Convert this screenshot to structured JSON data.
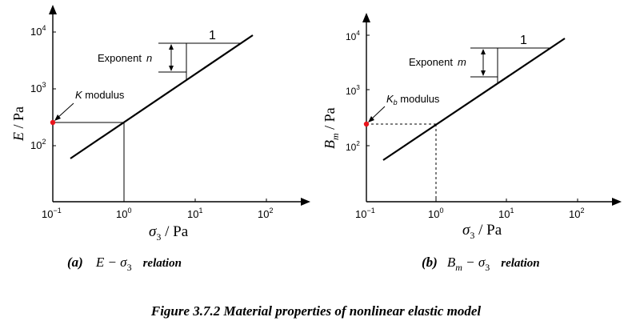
{
  "figure": {
    "caption": "Figure 3.7.2 Material properties of nonlinear elastic model"
  },
  "panel_a": {
    "caption_tag": "(a)",
    "caption_expr": "E − σ",
    "caption_sub": "3",
    "caption_word": "relation",
    "ylabel_sym": "E",
    "ylabel_unit": " / Pa",
    "xlabel_sym": "σ",
    "xlabel_sub": "3",
    "xlabel_unit": " / Pa",
    "modulus_label": "K modulus",
    "modulus_italic": "K",
    "modulus_rest": " modulus",
    "exponent_label": "Exponent",
    "exponent_sym": "n",
    "slope_run_label": "1",
    "yticks": [
      {
        "base": "10",
        "exp": "2"
      },
      {
        "base": "10",
        "exp": "3"
      },
      {
        "base": "10",
        "exp": "4"
      }
    ],
    "xticks": [
      {
        "base": "10",
        "exp": "−1"
      },
      {
        "base": "10",
        "exp": "0"
      },
      {
        "base": "10",
        "exp": "1"
      },
      {
        "base": "10",
        "exp": "2"
      }
    ]
  },
  "panel_b": {
    "caption_tag": "(b)",
    "caption_sym": "B",
    "caption_sym_sub": "m",
    "caption_expr": " − σ",
    "caption_sub": "3",
    "caption_word": "relation",
    "ylabel_sym": "B",
    "ylabel_sub": "m",
    "ylabel_unit": " / Pa",
    "xlabel_sym": "σ",
    "xlabel_sub": "3",
    "xlabel_unit": " / Pa",
    "modulus_italic": "K",
    "modulus_sub": "b",
    "modulus_rest": " modulus",
    "exponent_label": "Exponent",
    "exponent_sym": "m",
    "slope_run_label": "1",
    "yticks": [
      {
        "base": "10",
        "exp": "2"
      },
      {
        "base": "10",
        "exp": "3"
      },
      {
        "base": "10",
        "exp": "4"
      }
    ],
    "xticks": [
      {
        "base": "10",
        "exp": "−1"
      },
      {
        "base": "10",
        "exp": "0"
      },
      {
        "base": "10",
        "exp": "1"
      },
      {
        "base": "10",
        "exp": "2"
      }
    ]
  },
  "colors": {
    "line": "#000000",
    "marker": "#e8141b",
    "background": "#ffffff"
  }
}
